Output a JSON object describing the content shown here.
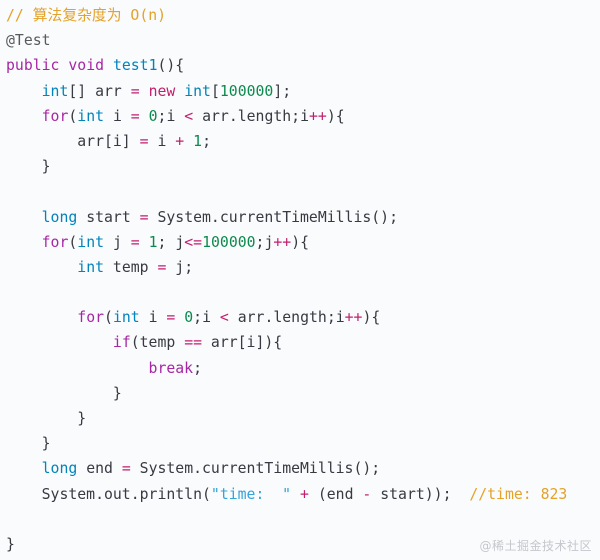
{
  "code": {
    "lines": [
      [
        {
          "t": "// 算法复杂度为 O(n)",
          "c": "comment"
        }
      ],
      [
        {
          "t": "@Test",
          "c": "meta"
        }
      ],
      [
        {
          "t": "public",
          "c": "keyword"
        },
        {
          "t": " ",
          "c": "plain"
        },
        {
          "t": "void",
          "c": "keyword"
        },
        {
          "t": " ",
          "c": "plain"
        },
        {
          "t": "test1",
          "c": "type"
        },
        {
          "t": "(){",
          "c": "plain"
        }
      ],
      [
        {
          "t": "    ",
          "c": "plain"
        },
        {
          "t": "int",
          "c": "type"
        },
        {
          "t": "[] arr ",
          "c": "plain"
        },
        {
          "t": "=",
          "c": "op"
        },
        {
          "t": " ",
          "c": "plain"
        },
        {
          "t": "new",
          "c": "op"
        },
        {
          "t": " ",
          "c": "plain"
        },
        {
          "t": "int",
          "c": "type"
        },
        {
          "t": "[",
          "c": "plain"
        },
        {
          "t": "100000",
          "c": "number"
        },
        {
          "t": "];",
          "c": "plain"
        }
      ],
      [
        {
          "t": "    ",
          "c": "plain"
        },
        {
          "t": "for",
          "c": "keyword"
        },
        {
          "t": "(",
          "c": "plain"
        },
        {
          "t": "int",
          "c": "type"
        },
        {
          "t": " i ",
          "c": "plain"
        },
        {
          "t": "=",
          "c": "op"
        },
        {
          "t": " ",
          "c": "plain"
        },
        {
          "t": "0",
          "c": "number"
        },
        {
          "t": ";i ",
          "c": "plain"
        },
        {
          "t": "<",
          "c": "op"
        },
        {
          "t": " arr.length;i",
          "c": "plain"
        },
        {
          "t": "++",
          "c": "op"
        },
        {
          "t": "){",
          "c": "plain"
        }
      ],
      [
        {
          "t": "        arr[i] ",
          "c": "plain"
        },
        {
          "t": "=",
          "c": "op"
        },
        {
          "t": " i ",
          "c": "plain"
        },
        {
          "t": "+",
          "c": "op"
        },
        {
          "t": " ",
          "c": "plain"
        },
        {
          "t": "1",
          "c": "number"
        },
        {
          "t": ";",
          "c": "plain"
        }
      ],
      [
        {
          "t": "    }",
          "c": "plain"
        }
      ],
      [
        {
          "t": "",
          "c": "plain"
        }
      ],
      [
        {
          "t": "    ",
          "c": "plain"
        },
        {
          "t": "long",
          "c": "type"
        },
        {
          "t": " start ",
          "c": "plain"
        },
        {
          "t": "=",
          "c": "op"
        },
        {
          "t": " System.currentTimeMillis();",
          "c": "plain"
        }
      ],
      [
        {
          "t": "    ",
          "c": "plain"
        },
        {
          "t": "for",
          "c": "keyword"
        },
        {
          "t": "(",
          "c": "plain"
        },
        {
          "t": "int",
          "c": "type"
        },
        {
          "t": " j ",
          "c": "plain"
        },
        {
          "t": "=",
          "c": "op"
        },
        {
          "t": " ",
          "c": "plain"
        },
        {
          "t": "1",
          "c": "number"
        },
        {
          "t": "; j",
          "c": "plain"
        },
        {
          "t": "<=",
          "c": "op"
        },
        {
          "t": "100000",
          "c": "number"
        },
        {
          "t": ";j",
          "c": "plain"
        },
        {
          "t": "++",
          "c": "op"
        },
        {
          "t": "){",
          "c": "plain"
        }
      ],
      [
        {
          "t": "        ",
          "c": "plain"
        },
        {
          "t": "int",
          "c": "type"
        },
        {
          "t": " temp ",
          "c": "plain"
        },
        {
          "t": "=",
          "c": "op"
        },
        {
          "t": " j;",
          "c": "plain"
        }
      ],
      [
        {
          "t": "",
          "c": "plain"
        }
      ],
      [
        {
          "t": "        ",
          "c": "plain"
        },
        {
          "t": "for",
          "c": "keyword"
        },
        {
          "t": "(",
          "c": "plain"
        },
        {
          "t": "int",
          "c": "type"
        },
        {
          "t": " i ",
          "c": "plain"
        },
        {
          "t": "=",
          "c": "op"
        },
        {
          "t": " ",
          "c": "plain"
        },
        {
          "t": "0",
          "c": "number"
        },
        {
          "t": ";i ",
          "c": "plain"
        },
        {
          "t": "<",
          "c": "op"
        },
        {
          "t": " arr.length;i",
          "c": "plain"
        },
        {
          "t": "++",
          "c": "op"
        },
        {
          "t": "){",
          "c": "plain"
        }
      ],
      [
        {
          "t": "            ",
          "c": "plain"
        },
        {
          "t": "if",
          "c": "keyword"
        },
        {
          "t": "(temp ",
          "c": "plain"
        },
        {
          "t": "==",
          "c": "op"
        },
        {
          "t": " arr[i]){",
          "c": "plain"
        }
      ],
      [
        {
          "t": "                ",
          "c": "plain"
        },
        {
          "t": "break",
          "c": "keyword"
        },
        {
          "t": ";",
          "c": "plain"
        }
      ],
      [
        {
          "t": "            }",
          "c": "plain"
        }
      ],
      [
        {
          "t": "        }",
          "c": "plain"
        }
      ],
      [
        {
          "t": "    }",
          "c": "plain"
        }
      ],
      [
        {
          "t": "    ",
          "c": "plain"
        },
        {
          "t": "long",
          "c": "type"
        },
        {
          "t": " end ",
          "c": "plain"
        },
        {
          "t": "=",
          "c": "op"
        },
        {
          "t": " System.currentTimeMillis();",
          "c": "plain"
        }
      ],
      [
        {
          "t": "    System.out.println(",
          "c": "plain"
        },
        {
          "t": "\"time:  \"",
          "c": "string"
        },
        {
          "t": " ",
          "c": "plain"
        },
        {
          "t": "+",
          "c": "op"
        },
        {
          "t": " (end ",
          "c": "plain"
        },
        {
          "t": "-",
          "c": "op"
        },
        {
          "t": " start));  ",
          "c": "plain"
        },
        {
          "t": "//time: 823",
          "c": "comment"
        }
      ],
      [
        {
          "t": "",
          "c": "plain"
        }
      ],
      [
        {
          "t": "}",
          "c": "plain"
        }
      ]
    ]
  },
  "watermark": "@稀土掘金技术社区",
  "colors": {
    "background": "#fafbfc",
    "comment": "#e3a22a",
    "keyword": "#a626a4",
    "type": "#0184bc",
    "number": "#0c8a4e",
    "string": "#36a3d9",
    "operator": "#c21e6e"
  }
}
